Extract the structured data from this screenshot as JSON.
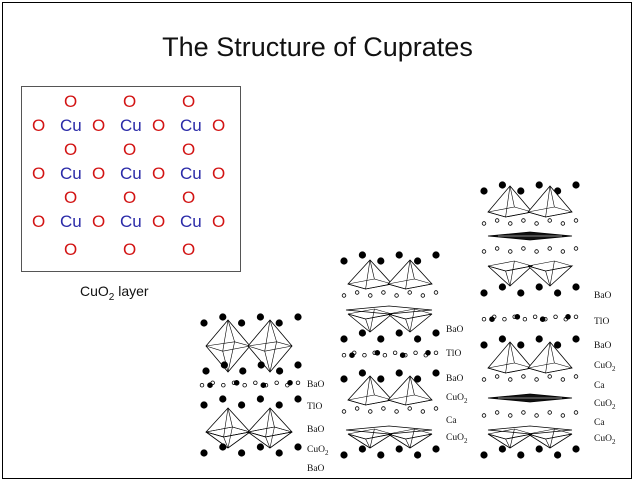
{
  "title": "The Structure of Cuprates",
  "lattice": {
    "o_label": "O",
    "cu_label": "Cu",
    "caption_main": "CuO",
    "caption_sub": "2",
    "caption_suffix": " layer"
  },
  "structures": [
    {
      "labels": [
        [
          "BaO",
          ""
        ],
        [
          "TlO",
          ""
        ],
        [
          "BaO",
          ""
        ],
        [
          "CuO",
          "2"
        ],
        [
          "BaO",
          ""
        ]
      ]
    },
    {
      "labels": [
        [
          "BaO",
          ""
        ],
        [
          "TlO",
          ""
        ],
        [
          "BaO",
          ""
        ],
        [
          "CuO",
          "2"
        ],
        [
          "Ca",
          ""
        ],
        [
          "CuO",
          "2"
        ]
      ]
    },
    {
      "labels": [
        [
          "BaO",
          ""
        ],
        [
          "TlO",
          ""
        ],
        [
          "BaO",
          ""
        ],
        [
          "CuO",
          "2"
        ],
        [
          "Ca",
          ""
        ],
        [
          "CuO",
          "2"
        ],
        [
          "Ca",
          ""
        ],
        [
          "CuO",
          "2"
        ]
      ]
    }
  ],
  "colors": {
    "oxygen": "#d21414",
    "copper": "#2a2aa8"
  }
}
